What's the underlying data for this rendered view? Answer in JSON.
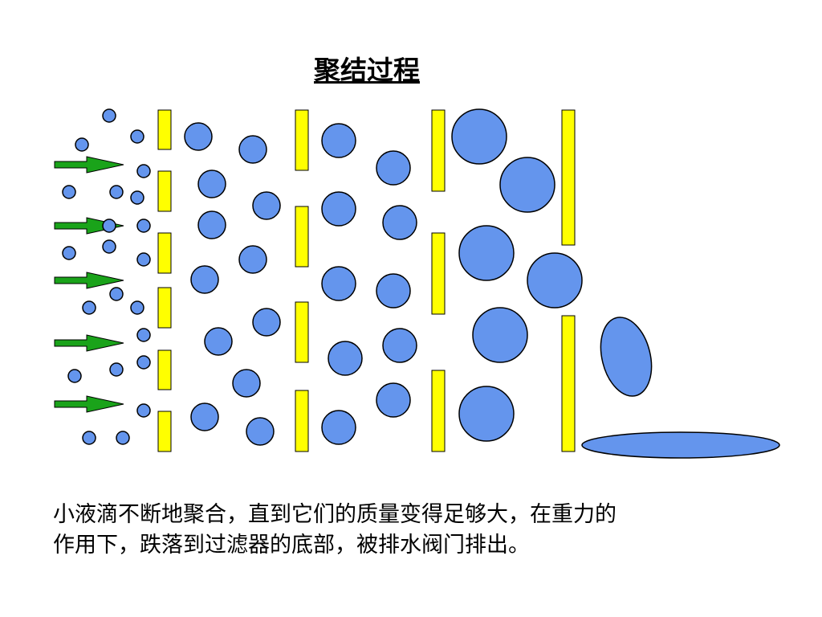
{
  "title": "聚结过程",
  "caption": {
    "line1": "小液滴不断地聚合，直到它们的质量变得足够大，在重力的",
    "line2": "作用下，跌落到过滤器的底部，被排水阀门排出。"
  },
  "colors": {
    "droplet_fill": "#6495ed",
    "droplet_stroke": "#000000",
    "filter_fill": "#ffff00",
    "arrow_fill": "#1aa31a",
    "outline": "#000000"
  },
  "icons": {
    "arrow": "flow-arrow-icon",
    "droplet": "droplet-icon",
    "filter": "filter-plate"
  }
}
